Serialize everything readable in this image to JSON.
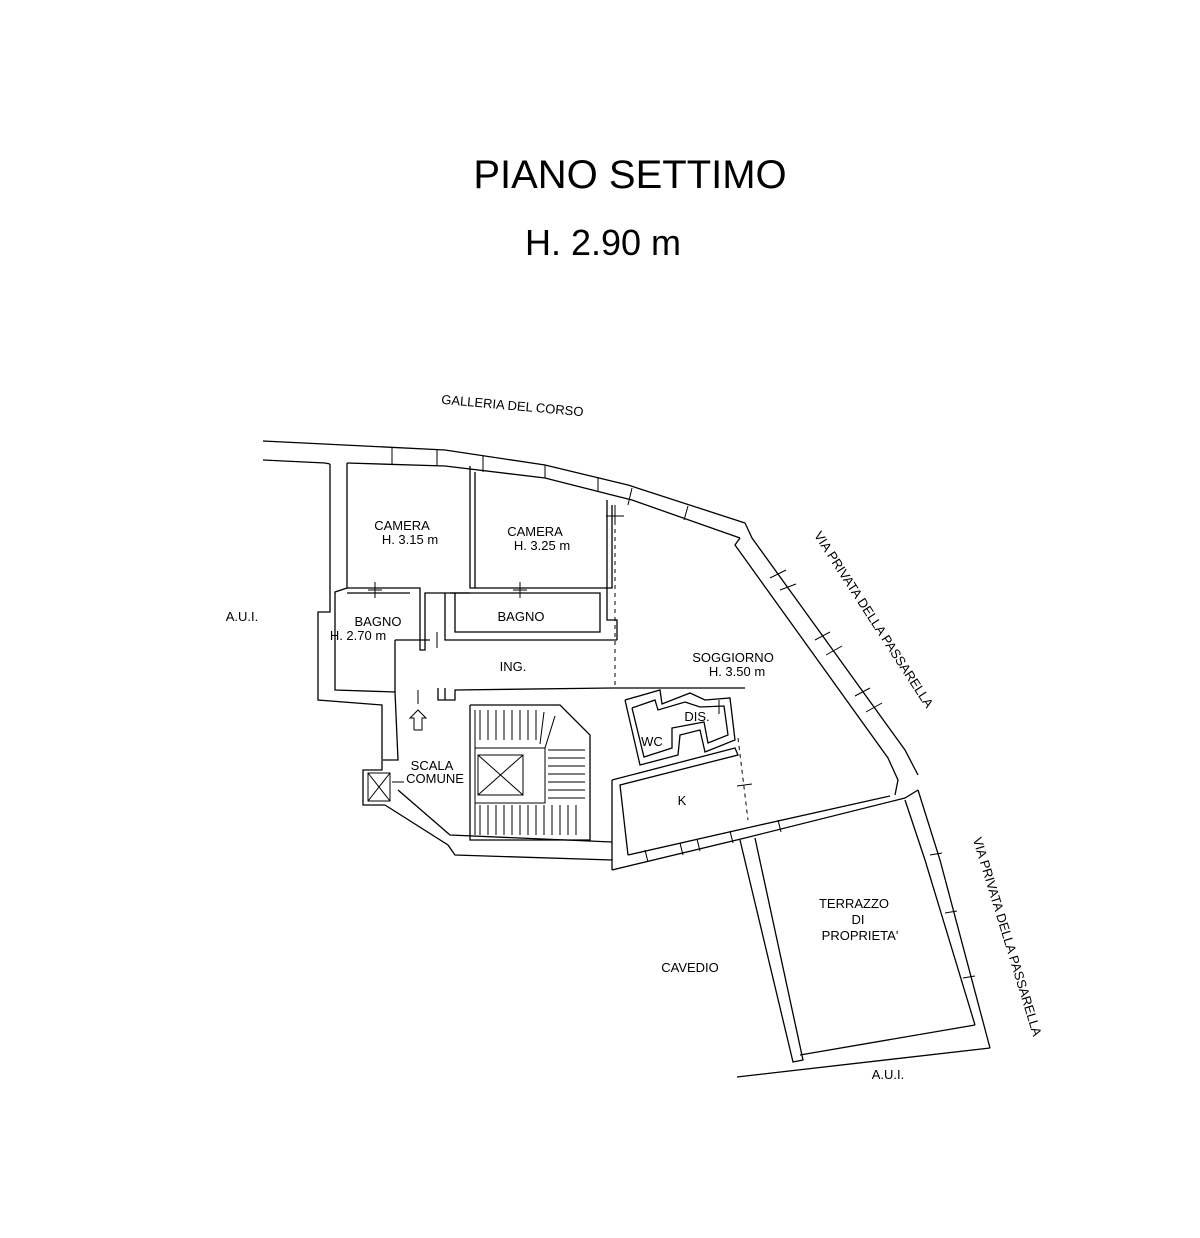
{
  "title": {
    "floor": "PIANO SETTIMO",
    "height": "H. 2.90 m"
  },
  "streets": {
    "north": "GALLERIA DEL CORSO",
    "east_upper": "VIA PRIVATA DELLA PASSARELLA",
    "east_lower": "VIA PRIVATA DELLA PASSARELLA"
  },
  "neighbors": {
    "west": "A.U.I.",
    "south": "A.U.I.",
    "courtyard": "CAVEDIO"
  },
  "rooms": {
    "camera_1": {
      "name": "CAMERA",
      "height": "H. 3.15 m"
    },
    "camera_2": {
      "name": "CAMERA",
      "height": "H. 3.25 m"
    },
    "bagno_1": {
      "name": "BAGNO",
      "height": "H. 2.70 m"
    },
    "bagno_2": {
      "name": "BAGNO"
    },
    "ingresso": {
      "name": "ING."
    },
    "soggiorno": {
      "name": "SOGGIORNO",
      "height": "H. 3.50 m"
    },
    "disimpegno": {
      "name": "DIS."
    },
    "wc": {
      "name": "WC"
    },
    "cucina": {
      "name": "K"
    },
    "scala": {
      "line1": "SCALA",
      "line2": "COMUNE"
    },
    "terrazzo": {
      "line1": "TERRAZZO",
      "line2": "DI",
      "line3": "PROPRIETA'"
    }
  }
}
